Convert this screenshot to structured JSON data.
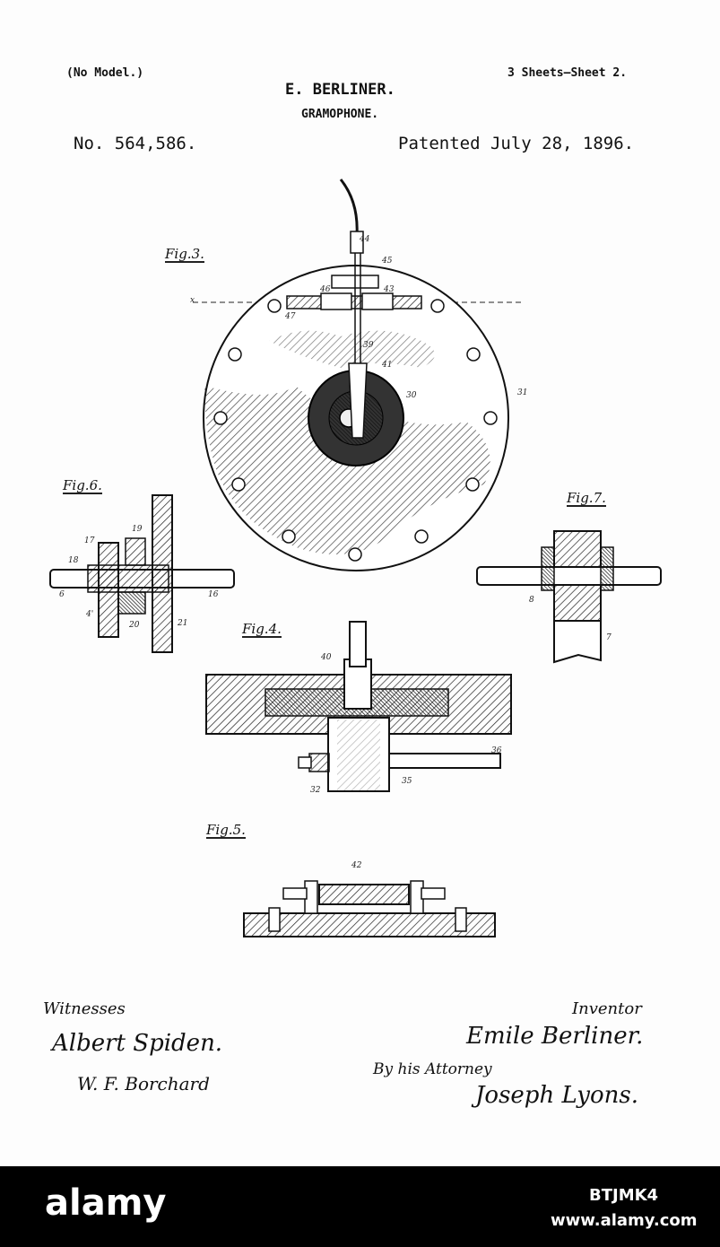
{
  "header": {
    "no_model": "(No Model.)",
    "sheets": "3 Sheets—Sheet 2.",
    "inventor_name": "E. BERLINER.",
    "invention": "GRAMOPHONE.",
    "patent_number": "No. 564,586.",
    "patented_date": "Patented July 28, 1896."
  },
  "figures": {
    "fig3": "Fig.3.",
    "fig6": "Fig.6.",
    "fig7": "Fig.7.",
    "fig4": "Fig.4.",
    "fig5": "Fig.5."
  },
  "refs": {
    "r44": "44",
    "r45": "45",
    "r43": "43",
    "r46": "46",
    "r47": "47",
    "r39": "39",
    "r41": "41",
    "r30": "30",
    "r31": "31",
    "r17": "17",
    "r19": "19",
    "r18": "18",
    "r6": "6",
    "r16": "16",
    "r4": "4'",
    "r20": "20",
    "r21": "21",
    "r7": "7",
    "r8": "8",
    "r40": "40",
    "r36": "36",
    "r32": "32",
    "r35": "35",
    "r42": "42",
    "rx": "x"
  },
  "signatures": {
    "witnesses_label": "Witnesses",
    "witness1": "Albert Spiden.",
    "witness2": "W. F. Borchard",
    "inventor_label": "Inventor",
    "inventor": "Emile Berliner.",
    "by_attorney": "By his Attorney",
    "attorney": "Joseph Lyons."
  },
  "watermark": {
    "logo": "alamy",
    "image_id": "BTJMK4",
    "site": "www.alamy.com"
  }
}
